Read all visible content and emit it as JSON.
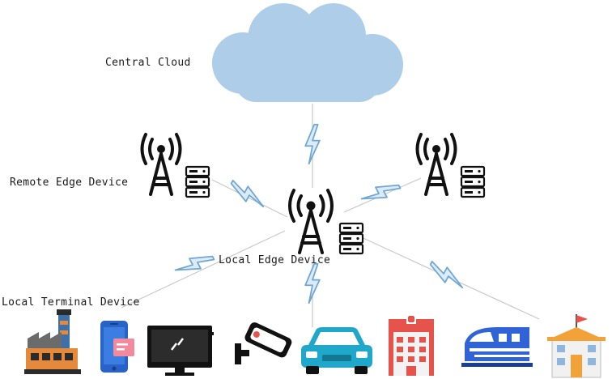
{
  "labels": {
    "central_cloud": "Central Cloud",
    "remote_edge_device": "Remote Edge Device",
    "local_edge_device": "Local Edge Device",
    "local_terminal_device": "Local Terminal Device"
  },
  "colors": {
    "cloud": "#aecde8",
    "bolt_fill": "#dcebf7",
    "bolt_stroke": "#6ea6d6",
    "link_line": "#c9c9c9",
    "device_black": "#111111",
    "car_teal": "#1fa8c9",
    "phone_blue": "#2a63c8",
    "phone_pink": "#f08a9c",
    "hospital_red": "#e5534b",
    "train_blue": "#2f63d6",
    "school_orange": "#f3a23a",
    "factory_orange": "#e48a3a",
    "factory_blue": "#3d6fa8"
  },
  "icons": {
    "cloud": "cloud-icon",
    "tower": "antenna-tower-icon",
    "server": "server-rack-icon",
    "bolt": "wireless-link-icon",
    "terminals": [
      "factory-icon",
      "smartphone-icon",
      "monitor-icon",
      "security-camera-icon",
      "car-icon",
      "hospital-icon",
      "train-icon",
      "school-icon"
    ]
  }
}
